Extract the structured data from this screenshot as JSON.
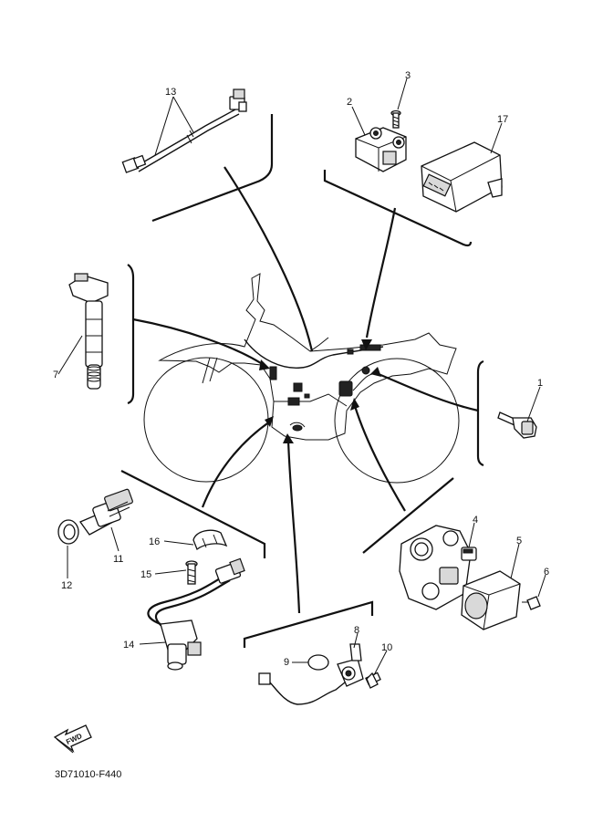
{
  "diagram": {
    "drawing_code": "3D71010-F440",
    "fwd_label": "FWD",
    "callouts": [
      "1",
      "2",
      "3",
      "4",
      "5",
      "6",
      "7",
      "8",
      "9",
      "10",
      "11",
      "12",
      "13",
      "14",
      "15",
      "16",
      "17"
    ]
  }
}
